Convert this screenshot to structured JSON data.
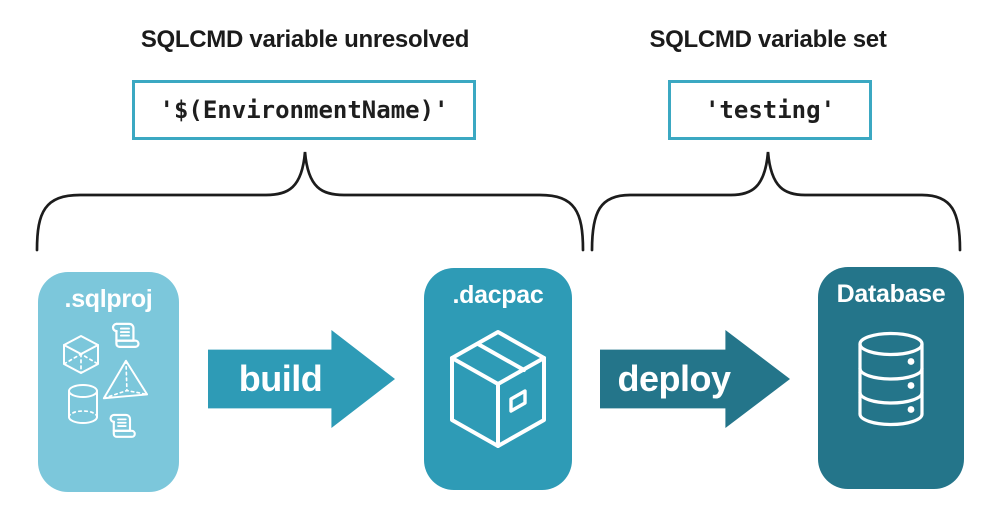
{
  "annotations": {
    "unresolved": {
      "title": "SQLCMD variable unresolved",
      "code": "'$(EnvironmentName)'"
    },
    "set": {
      "title": "SQLCMD variable set",
      "code": "'testing'"
    }
  },
  "pipeline": {
    "nodes": [
      {
        "label": ".sqlproj",
        "color": "#7cc7db",
        "icons": [
          "script-icon",
          "cube-icon",
          "pyramid-icon",
          "cylinder-icon",
          "script-icon"
        ]
      },
      {
        "label": ".dacpac",
        "color": "#2e9bb6",
        "icons": [
          "package-icon"
        ]
      },
      {
        "label": "Database",
        "color": "#24758a",
        "icons": [
          "database-icon"
        ]
      }
    ],
    "arrows": [
      {
        "label": "build",
        "color": "#2e9bb6"
      },
      {
        "label": "deploy",
        "color": "#24758a"
      }
    ]
  },
  "colors": {
    "background": "#ffffff",
    "text": "#1b1b1b",
    "code_box_border": "#3ba8c2",
    "brace": "#1c1c1c",
    "icon_stroke": "#ffffff"
  }
}
